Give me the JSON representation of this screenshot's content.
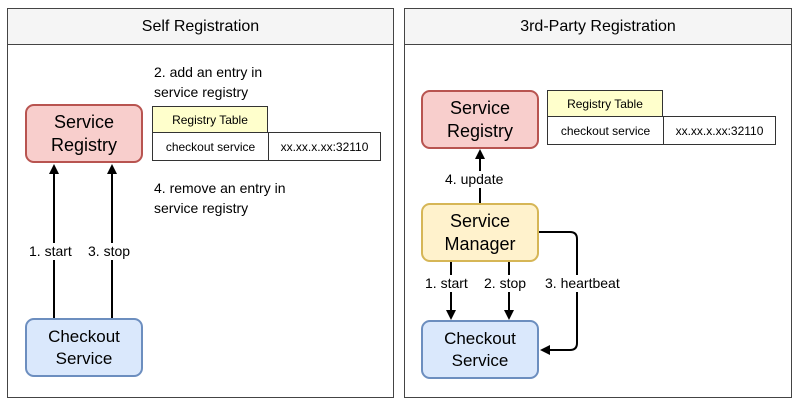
{
  "left_panel": {
    "title": "Self Registration",
    "service_registry": "Service\nRegistry",
    "checkout_service": "Checkout\nService",
    "note_add": "2. add an entry in\nservice registry",
    "note_remove": "4. remove an entry in\nservice registry",
    "table": {
      "header": "Registry Table",
      "key": "checkout service",
      "value": "xx.xx.x.xx:32110"
    },
    "edge_start": "1. start",
    "edge_stop": "3. stop"
  },
  "right_panel": {
    "title": "3rd-Party Registration",
    "service_registry": "Service\nRegistry",
    "service_manager": "Service\nManager",
    "checkout_service": "Checkout\nService",
    "table": {
      "header": "Registry Table",
      "key": "checkout service",
      "value": "xx.xx.x.xx:32110"
    },
    "edge_update": "4. update",
    "edge_start": "1. start",
    "edge_stop": "2. stop",
    "edge_heartbeat": "3. heartbeat"
  }
}
